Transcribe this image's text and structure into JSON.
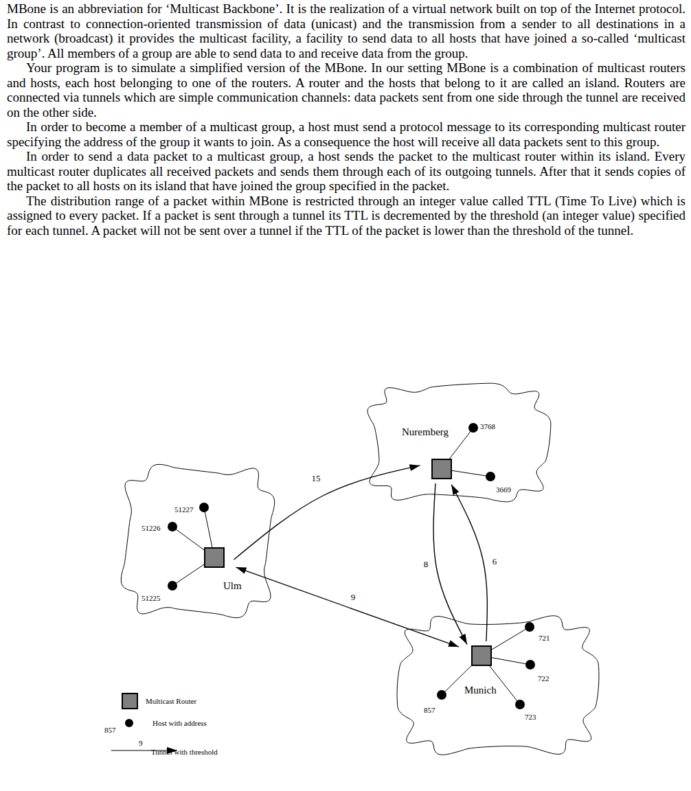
{
  "diagram": {
    "nodes": [
      {
        "text": [
          "Nuremberg"
        ]
      },
      {
        "text": [
          "3768"
        ],
        "in": 0
      },
      {
        "text": [
          "3669"
        ],
        "in": 0
      },
      {
        "text": [
          "Ulm"
        ]
      },
      {
        "text": [
          "51227"
        ],
        "in": 3
      },
      {
        "text": [
          "51226"
        ],
        "in": 3
      },
      {
        "text": [
          "51225"
        ],
        "in": 3
      },
      {
        "text": [
          "Munich"
        ]
      },
      {
        "text": [
          "721"
        ],
        "in": 7
      },
      {
        "text": [
          "722"
        ],
        "in": 7
      },
      {
        "text": [
          "857"
        ],
        "in": 7
      },
      {
        "text": [
          "723"
        ],
        "in": 7
      }
    ],
    "edges": [
      {
        "from": 3,
        "to": 0,
        "label": "15",
        "arrow": "to"
      },
      {
        "from": 3,
        "to": 7,
        "label": "9",
        "arrow": "both"
      },
      {
        "from": 0,
        "to": 7,
        "label": "8",
        "arrow": "to"
      },
      {
        "from": 7,
        "to": 0,
        "label": "6",
        "arrow": "to"
      }
    ],
    "labels": [
      "MBone is an abbreviation for ‘Multicast Backbone’. It is the realization of a virtual network built on top of the Internet protocol. In contrast to connection-oriented transmission of data (unicast) and the transmission from a sender to all destinations in a network (broadcast) it provides the multicast facility, a facility to send data to all hosts that have joined a so-called ‘multicast group’. All members of a group are able to send data to and receive data from the group.",
      "Your program is to simulate a simplified version of the MBone. In our setting MBone is a combination of multicast routers and hosts, each host belonging to one of the routers. A router and the hosts that belong to it are called an island. Routers are connected via tunnels which are simple communication channels: data packets sent from one side through the tunnel are received on the other side.",
      "In order to become a member of a multicast group, a host must send a protocol message to its corresponding multicast router specifying the address of the group it wants to join. As a consequence the host will receive all data packets sent to this group.",
      "In order to send a data packet to a multicast group, a host sends the packet to the multicast router within its island. Every multicast router duplicates all received packets and sends them through each of its outgoing tunnels. After that it sends copies of the packet to all hosts on its island that have joined the group specified in the packet.",
      "The distribution range of a packet within MBone is restricted through an integer value called TTL (Time To Live) which is assigned to every packet. If a packet is sent through a tunnel its TTL is decremented by the threshold (an integer value) specified for each tunnel. A packet will not be sent over a tunnel if the TTL of the packet is lower than the threshold of the tunnel.",
      "857",
      "9"
    ],
    "legend": [
      {
        "text": "Multicast Router"
      },
      {
        "text": "Host with address"
      },
      {
        "text": "Tunnel with threshold"
      }
    ]
  }
}
